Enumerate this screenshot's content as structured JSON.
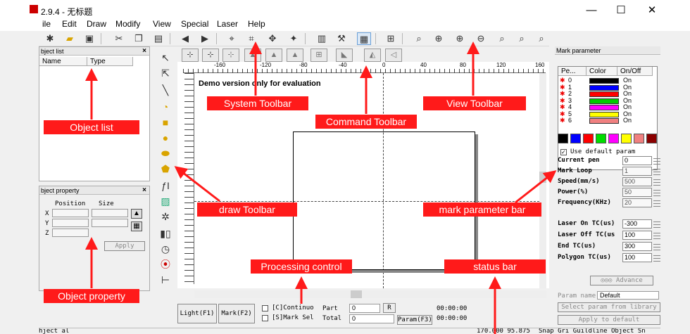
{
  "title": "2.9.4 - 无标题",
  "window_controls": {
    "minimize": "—",
    "maximize": "☐",
    "close": "✕"
  },
  "menu": [
    "ile",
    "Edit",
    "Draw",
    "Modify",
    "View",
    "Special",
    "Laser",
    "Help"
  ],
  "object_list": {
    "title": "bject list",
    "columns": [
      "Name",
      "Type"
    ]
  },
  "object_property": {
    "title": "bject property",
    "position_label": "Position",
    "size_label": "Size",
    "axes": [
      "X",
      "Y",
      "Z"
    ],
    "apply": "Apply"
  },
  "canvas": {
    "ruler_labels": [
      "-160",
      "-120",
      "-80",
      "-40",
      "0",
      "40",
      "80",
      "120",
      "160"
    ],
    "demo_text": "Demo version only for evaluation"
  },
  "callouts": {
    "system_toolbar": "System Toolbar",
    "command_toolbar": "Command Toolbar",
    "view_toolbar": "View Toolbar",
    "object_list": "Object list",
    "draw_toolbar": "draw Toolbar",
    "mark_parameter_bar": "mark parameter bar",
    "processing_control": "Processing control",
    "status_bar": "status bar",
    "object_property": "Object property"
  },
  "mark_parameter": {
    "title": "Mark parameter",
    "columns": [
      "Pe...",
      "Color",
      "On/Off"
    ],
    "pens": [
      {
        "id": "0",
        "color": "#000000",
        "state": "On"
      },
      {
        "id": "1",
        "color": "#0000ff",
        "state": "On"
      },
      {
        "id": "2",
        "color": "#ff0000",
        "state": "On"
      },
      {
        "id": "3",
        "color": "#00cc00",
        "state": "On"
      },
      {
        "id": "4",
        "color": "#ff00ff",
        "state": "On"
      },
      {
        "id": "5",
        "color": "#ffff00",
        "state": "On"
      },
      {
        "id": "6",
        "color": "#f08080",
        "state": "On"
      }
    ],
    "palette": [
      "#000000",
      "#0000ff",
      "#ff0000",
      "#00dd00",
      "#ff00ff",
      "#ffff00",
      "#f08080",
      "#8b0000"
    ],
    "use_default": "Use default param",
    "params": [
      {
        "label": "Current pen",
        "value": "0"
      },
      {
        "label": "Mark Loop",
        "value": "1"
      },
      {
        "label": "Speed(mm/s)",
        "value": "500"
      },
      {
        "label": "Power(%)",
        "value": "50"
      },
      {
        "label": "Frequency(KHz)",
        "value": "20"
      }
    ],
    "tc_params": [
      {
        "label": "Laser On TC(us)",
        "value": "-300"
      },
      {
        "label": "Laser Off TC(us",
        "value": "100"
      },
      {
        "label": "End TC(us)",
        "value": "300"
      },
      {
        "label": "Polygon TC(us)",
        "value": "100"
      }
    ],
    "advance": "Advance",
    "param_name_label": "Param name",
    "param_name_value": "Default",
    "select_library": "Select param from library",
    "apply_default": "Apply to default"
  },
  "processing": {
    "light": "Light(F1)",
    "mark": "Mark(F2)",
    "continuous": "[C]Continuo",
    "mark_sel": "[S]Mark Sel",
    "part_label": "Part",
    "total_label": "Total",
    "part_value": "0",
    "total_value": "0",
    "r_button": "R",
    "param_button": "Param(F3)",
    "time1": "00:00:00",
    "time2": "00:00:00"
  },
  "statusbar": {
    "left": "hject al",
    "coords": "170.000  95.875",
    "snap": "Snap   Gri  Guildline  Object Sn"
  }
}
